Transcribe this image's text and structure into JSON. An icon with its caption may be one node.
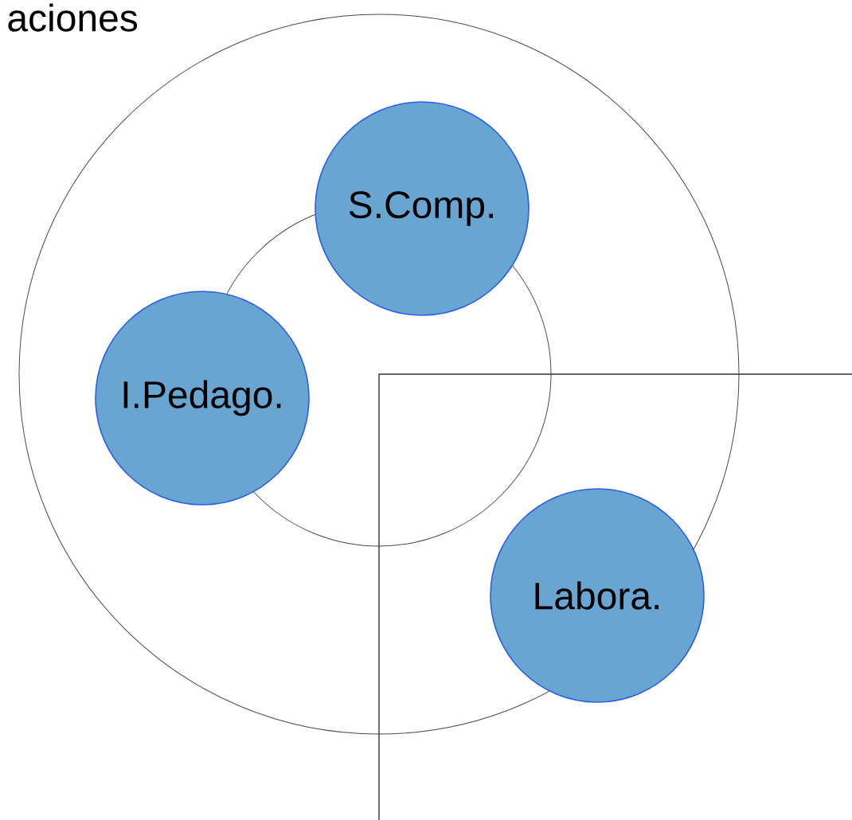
{
  "diagram": {
    "nodes": [
      {
        "text": [
          "S.Comp."
        ]
      },
      {
        "text": [
          "I.Pedago."
        ]
      },
      {
        "text": [
          "Labora."
        ]
      }
    ],
    "labels": [
      "aciones"
    ]
  }
}
